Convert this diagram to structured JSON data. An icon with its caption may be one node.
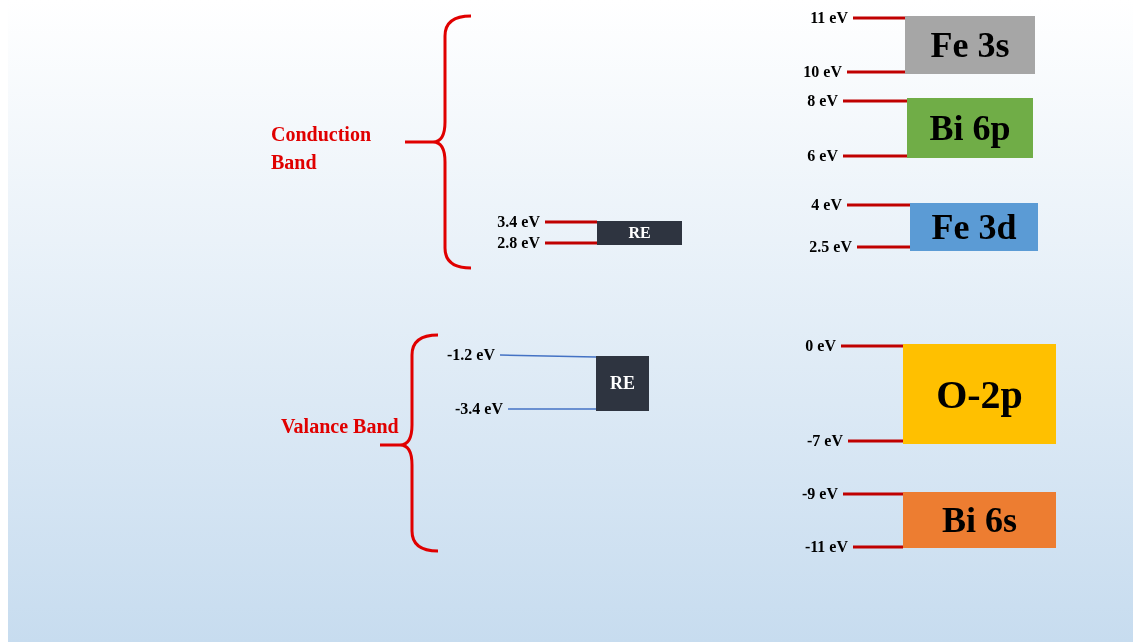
{
  "diagram": {
    "nodes": [
      {
        "text": [
          "Fe 3s"
        ]
      },
      {
        "text": [
          "11 eV"
        ]
      },
      {
        "text": [
          "10 eV"
        ]
      },
      {
        "text": [
          "Bi 6p"
        ]
      },
      {
        "text": [
          "8 eV"
        ]
      },
      {
        "text": [
          "6 eV"
        ]
      },
      {
        "text": [
          "Fe 3d"
        ]
      },
      {
        "text": [
          "4 eV"
        ]
      },
      {
        "text": [
          "2.5 eV"
        ]
      },
      {
        "text": [
          "RE"
        ]
      },
      {
        "text": [
          "3.4 eV"
        ]
      },
      {
        "text": [
          "2.8 eV"
        ]
      },
      {
        "text": [
          "RE"
        ]
      },
      {
        "text": [
          "-1.2 eV"
        ]
      },
      {
        "text": [
          "-3.4 eV"
        ]
      },
      {
        "text": [
          "O-2p"
        ]
      },
      {
        "text": [
          "0 eV"
        ]
      },
      {
        "text": [
          "-7 eV"
        ]
      },
      {
        "text": [
          "Bi 6s"
        ]
      },
      {
        "text": [
          "-9 eV"
        ]
      },
      {
        "text": [
          "-11 eV"
        ]
      }
    ],
    "edges": [
      {
        "from": 1,
        "to": 0,
        "arrow": "none"
      },
      {
        "from": 2,
        "to": 0,
        "arrow": "none"
      },
      {
        "from": 4,
        "to": 3,
        "arrow": "none"
      },
      {
        "from": 5,
        "to": 3,
        "arrow": "none"
      },
      {
        "from": 7,
        "to": 6,
        "arrow": "none"
      },
      {
        "from": 8,
        "to": 6,
        "arrow": "none"
      },
      {
        "from": 10,
        "to": 9,
        "arrow": "none"
      },
      {
        "from": 11,
        "to": 9,
        "arrow": "none"
      },
      {
        "from": 13,
        "to": 12,
        "arrow": "none",
        "color": "#4472c4"
      },
      {
        "from": 14,
        "to": 12,
        "arrow": "none",
        "color": "#4472c4"
      },
      {
        "from": 16,
        "to": 15,
        "arrow": "none"
      },
      {
        "from": 17,
        "to": 15,
        "arrow": "none"
      },
      {
        "from": 19,
        "to": 18,
        "arrow": "none"
      },
      {
        "from": 20,
        "to": 18,
        "arrow": "none"
      }
    ],
    "labels": [
      "Conduction Band",
      "Valance Band"
    ]
  }
}
